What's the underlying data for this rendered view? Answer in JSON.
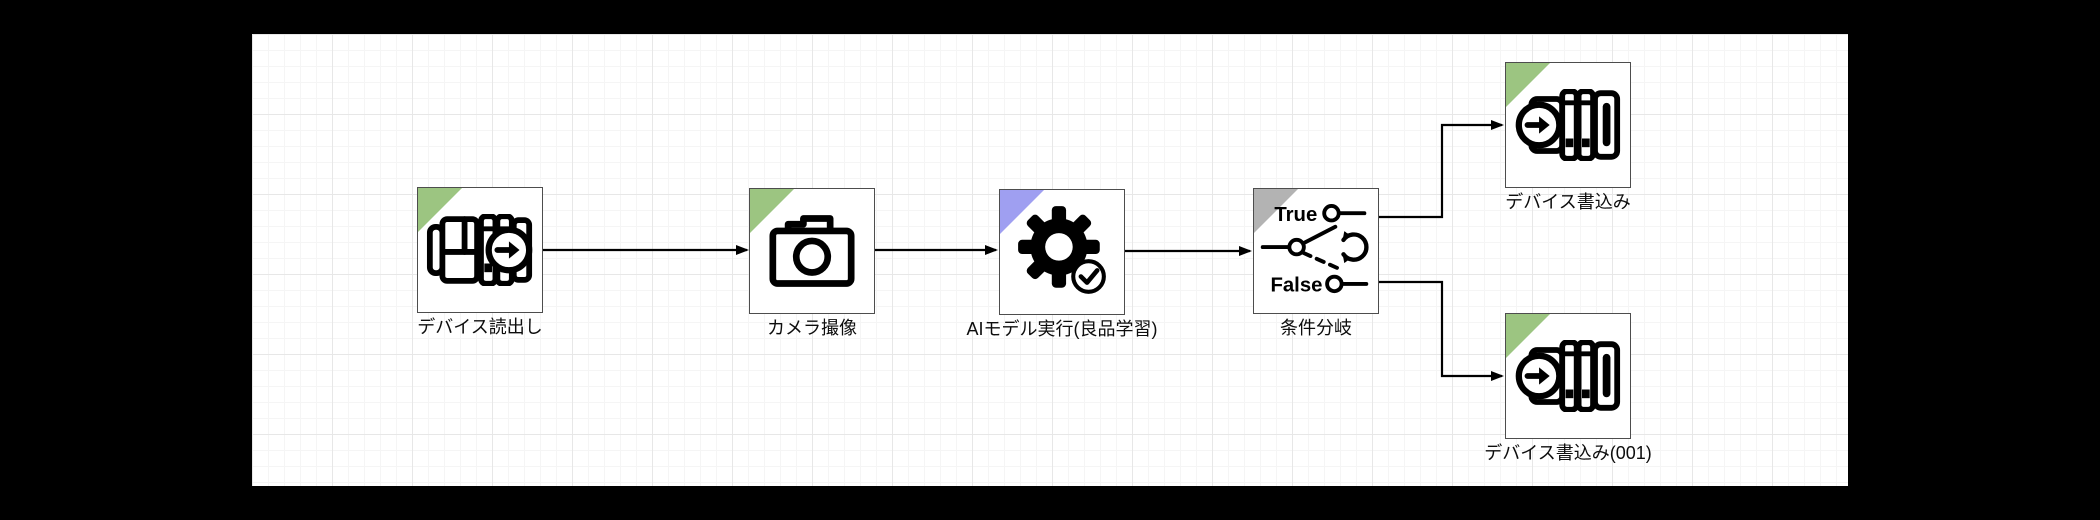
{
  "app": {
    "surface": "workflow-editor-canvas",
    "background": "#000000",
    "canvas_background": "#ffffff"
  },
  "colors": {
    "corner_green": "#9cc581",
    "corner_purple": "#9f9ff1",
    "corner_gray": "#b3b3b3",
    "edge": "#000000",
    "node_border": "#4d4d4d",
    "grid_major": "#e7e7e7",
    "grid_minor": "#f5f5f5"
  },
  "flow": {
    "nodes": [
      {
        "id": "device-read",
        "label": "デバイス読出し",
        "icon": "device-read-icon",
        "corner": "green"
      },
      {
        "id": "camera-capture",
        "label": "カメラ撮像",
        "icon": "camera-icon",
        "corner": "green"
      },
      {
        "id": "ai-model-run",
        "label": "AIモデル実行(良品学習)",
        "icon": "gear-check-icon",
        "corner": "purple"
      },
      {
        "id": "condition-branch",
        "label": "条件分岐",
        "icon": "branch-switch-icon",
        "corner": "gray",
        "outputs": [
          "True",
          "False"
        ]
      },
      {
        "id": "device-write",
        "label": "デバイス書込み",
        "icon": "device-write-icon",
        "corner": "green"
      },
      {
        "id": "device-write-001",
        "label": "デバイス書込み(001)",
        "icon": "device-write-icon",
        "corner": "green"
      }
    ],
    "edges": [
      {
        "from": "device-read",
        "to": "camera-capture"
      },
      {
        "from": "camera-capture",
        "to": "ai-model-run"
      },
      {
        "from": "ai-model-run",
        "to": "condition-branch"
      },
      {
        "from": "condition-branch",
        "to": "device-write",
        "branch": "True"
      },
      {
        "from": "condition-branch",
        "to": "device-write-001",
        "branch": "False"
      }
    ]
  }
}
